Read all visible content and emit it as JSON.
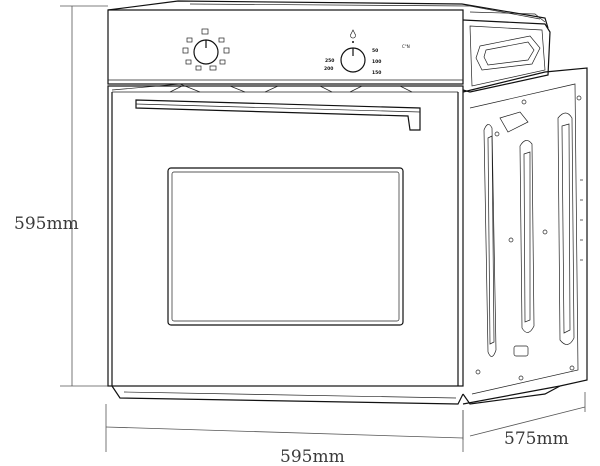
{
  "dimensions": {
    "height": "595mm",
    "width": "595mm",
    "depth": "575mm"
  },
  "control_panel": {
    "temperature_marks": [
      "250",
      "50",
      "100",
      "200",
      "150"
    ],
    "badge": "C°N"
  }
}
